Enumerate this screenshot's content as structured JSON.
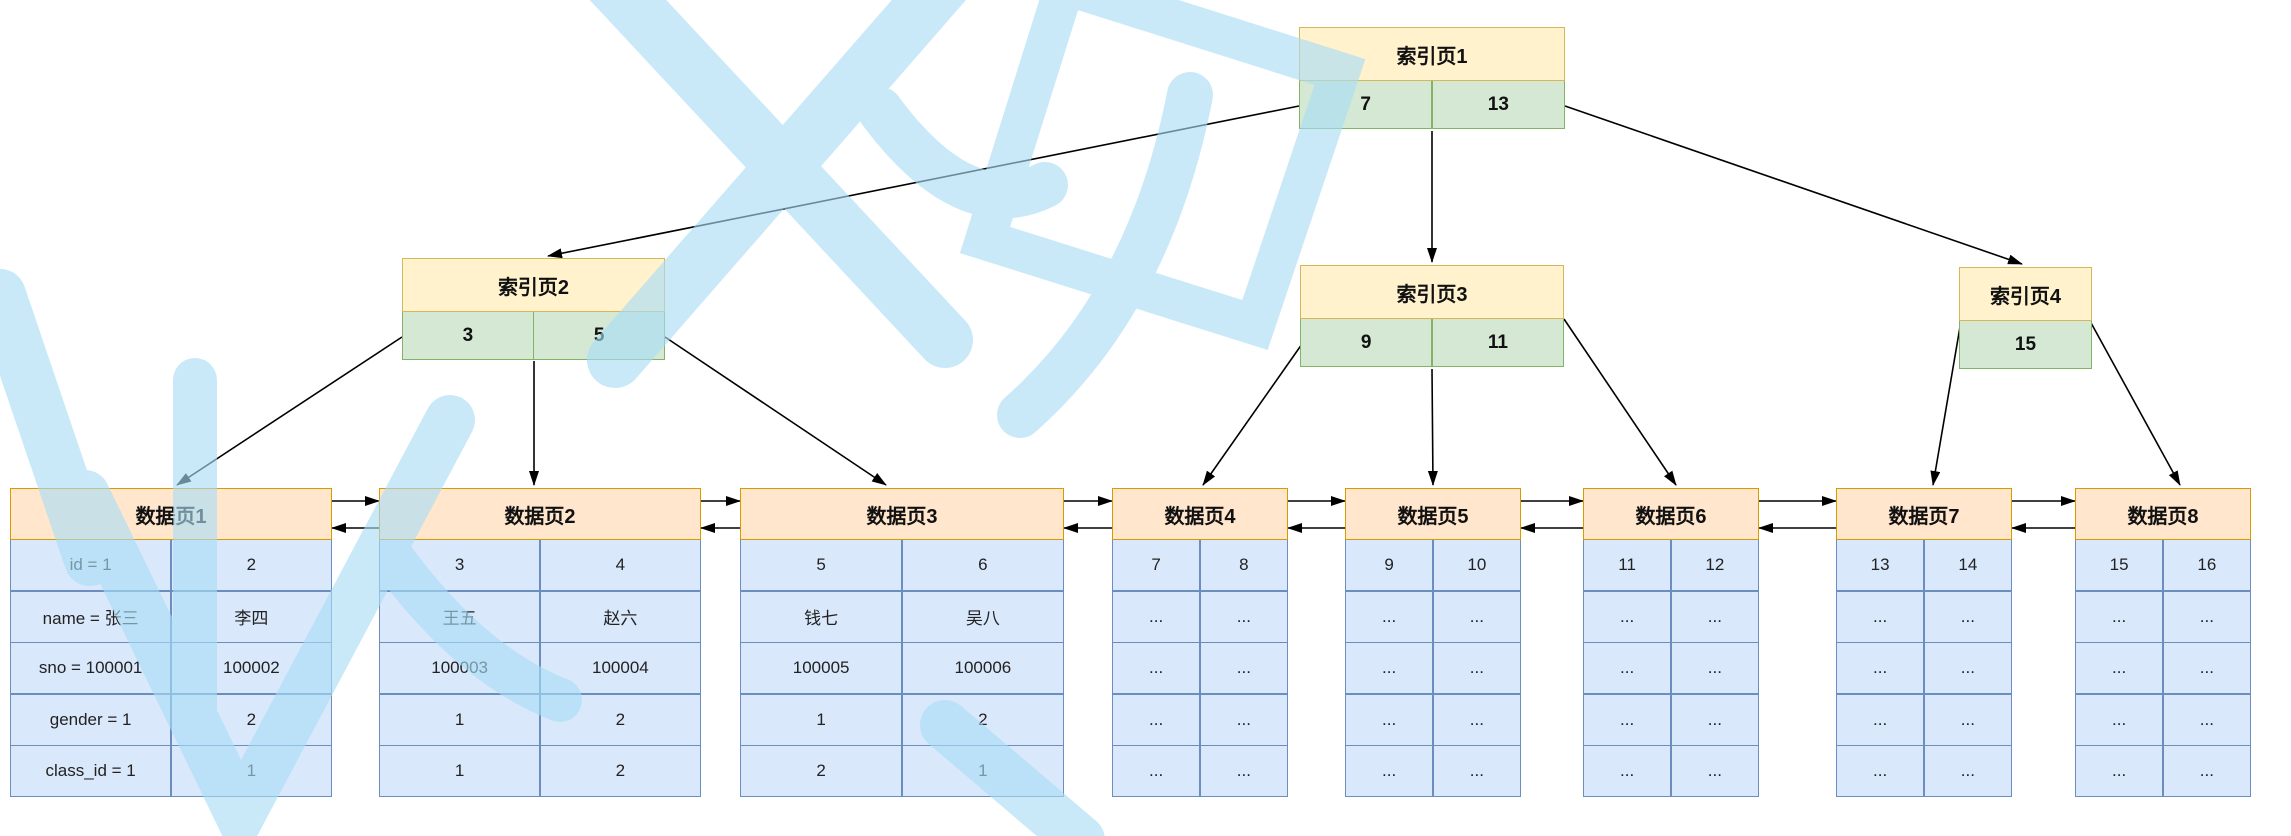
{
  "colors": {
    "index_header_bg": "#FFF2CC",
    "index_header_border": "#D6B656",
    "key_bg": "#D5E8D4",
    "key_border": "#82B366",
    "data_header_bg": "#FFE6CC",
    "data_header_border": "#D79B00",
    "cell_bg": "#DAE8FC",
    "cell_border": "#6C8EBF",
    "arrow": "#000000",
    "watermark": "#A9DDF6"
  },
  "index_pages": [
    {
      "title": "索引页1",
      "keys": [
        "7",
        "13"
      ]
    },
    {
      "title": "索引页2",
      "keys": [
        "3",
        "5"
      ]
    },
    {
      "title": "索引页3",
      "keys": [
        "9",
        "11"
      ]
    },
    {
      "title": "索引页4",
      "keys": [
        "15"
      ]
    }
  ],
  "data_pages": [
    {
      "title": "数据页1",
      "rows": [
        [
          "id = 1",
          "2"
        ],
        [
          "name = 张三",
          "李四"
        ],
        [
          "sno = 100001",
          "100002"
        ],
        [
          "gender = 1",
          "2"
        ],
        [
          "class_id = 1",
          "1"
        ]
      ]
    },
    {
      "title": "数据页2",
      "rows": [
        [
          "3",
          "4"
        ],
        [
          "王五",
          "赵六"
        ],
        [
          "100003",
          "100004"
        ],
        [
          "1",
          "2"
        ],
        [
          "1",
          "2"
        ]
      ]
    },
    {
      "title": "数据页3",
      "rows": [
        [
          "5",
          "6"
        ],
        [
          "钱七",
          "吴八"
        ],
        [
          "100005",
          "100006"
        ],
        [
          "1",
          "2"
        ],
        [
          "2",
          "1"
        ]
      ]
    },
    {
      "title": "数据页4",
      "rows": [
        [
          "7",
          "8"
        ],
        [
          "...",
          "..."
        ],
        [
          "...",
          "..."
        ],
        [
          "...",
          "..."
        ],
        [
          "...",
          "..."
        ]
      ]
    },
    {
      "title": "数据页5",
      "rows": [
        [
          "9",
          "10"
        ],
        [
          "...",
          "..."
        ],
        [
          "...",
          "..."
        ],
        [
          "...",
          "..."
        ],
        [
          "...",
          "..."
        ]
      ]
    },
    {
      "title": "数据页6",
      "rows": [
        [
          "11",
          "12"
        ],
        [
          "...",
          "..."
        ],
        [
          "...",
          "..."
        ],
        [
          "...",
          "..."
        ],
        [
          "...",
          "..."
        ]
      ]
    },
    {
      "title": "数据页7",
      "rows": [
        [
          "13",
          "14"
        ],
        [
          "...",
          "..."
        ],
        [
          "...",
          "..."
        ],
        [
          "...",
          "..."
        ],
        [
          "...",
          "..."
        ]
      ]
    },
    {
      "title": "数据页8",
      "rows": [
        [
          "15",
          "16"
        ],
        [
          "...",
          "..."
        ],
        [
          "...",
          "..."
        ],
        [
          "...",
          "..."
        ],
        [
          "...",
          "..."
        ]
      ]
    }
  ]
}
